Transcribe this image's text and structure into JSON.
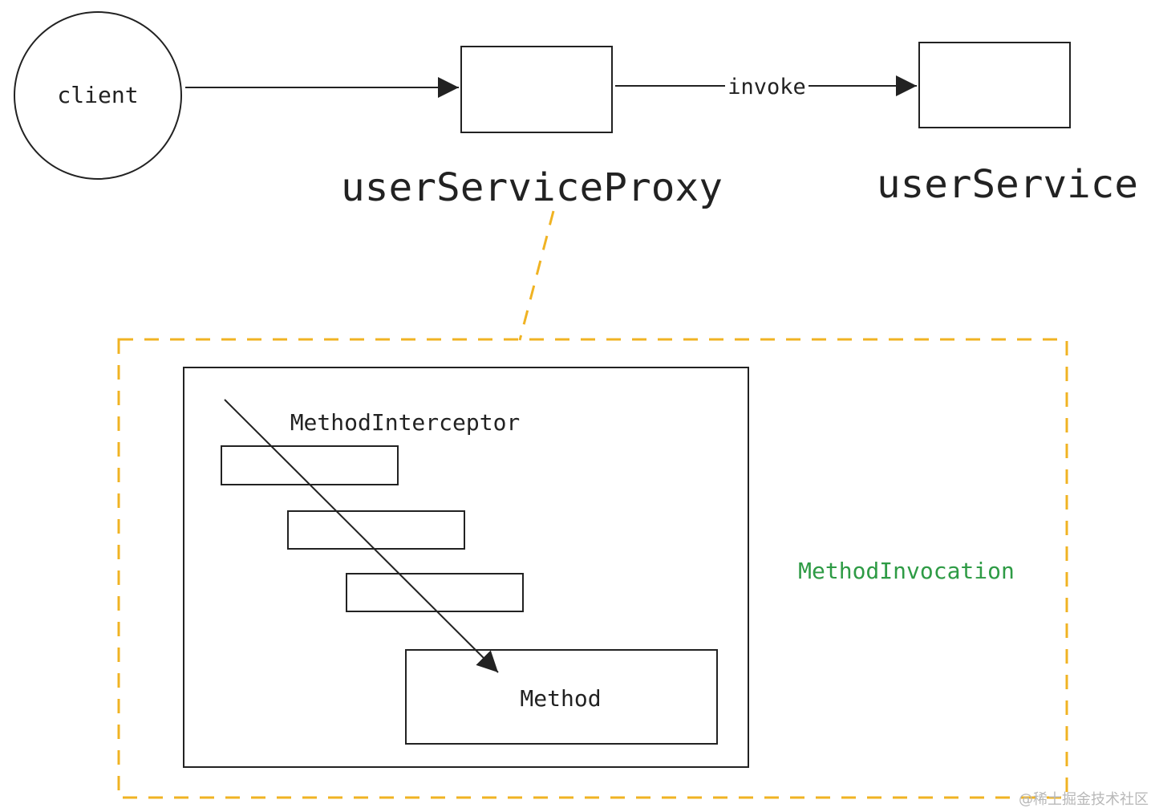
{
  "nodes": {
    "client": {
      "label": "client"
    },
    "proxy": {
      "label": "userServiceProxy"
    },
    "service": {
      "label": "userService"
    },
    "interceptor_group": {
      "label": "MethodInterceptor"
    },
    "method": {
      "label": "Method"
    },
    "invocation": {
      "label": "MethodInvocation"
    }
  },
  "edges": {
    "proxy_to_service": {
      "label": "invoke"
    }
  },
  "colors": {
    "stroke": "#222222",
    "dashed_accent": "#F0B323",
    "invocation_text": "#2E9B45",
    "watermark": "#B8B8B8"
  },
  "watermark": {
    "text": "@稀土掘金技术社区"
  }
}
